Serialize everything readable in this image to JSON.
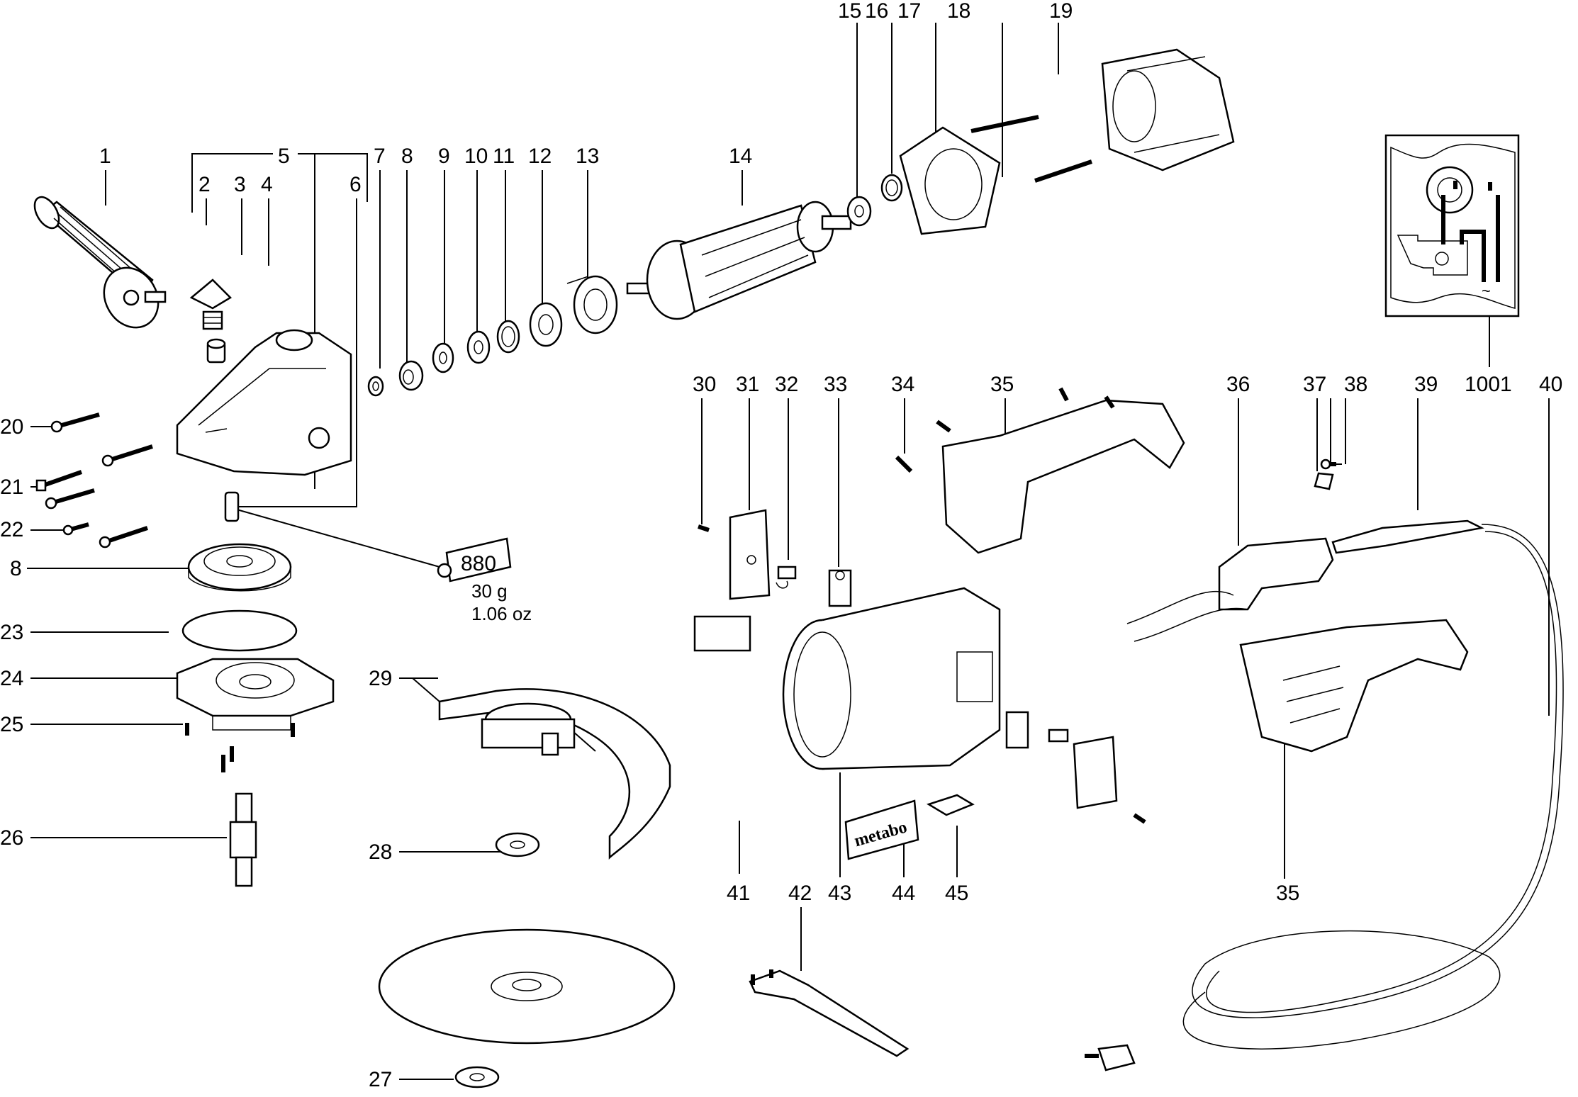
{
  "diagram": {
    "title": "Exploded parts diagram - angle grinder",
    "labels": {
      "p1": "1",
      "p2": "2",
      "p3": "3",
      "p4": "4",
      "p5": "5",
      "p6": "6",
      "p7": "7",
      "p8": "8",
      "p8b": "8",
      "p9": "9",
      "p10": "10",
      "p11": "11",
      "p12": "12",
      "p13": "13",
      "p14": "14",
      "p15": "15",
      "p16": "16",
      "p17": "17",
      "p18": "18",
      "p19": "19",
      "p20": "20",
      "p21": "21",
      "p22": "22",
      "p23": "23",
      "p24": "24",
      "p25": "25",
      "p26": "26",
      "p27": "27",
      "p28": "28",
      "p29": "29",
      "p30": "30",
      "p31": "31",
      "p32": "32",
      "p33": "33",
      "p34": "34",
      "p35": "35",
      "p35b": "35",
      "p36": "36",
      "p37": "37",
      "p38": "38",
      "p39": "39",
      "p1001": "1001",
      "p40": "40",
      "p41": "41",
      "p42": "42",
      "p43": "43",
      "p44": "44",
      "p45": "45"
    },
    "grease_tube": {
      "code": "880",
      "weight_g": "30 g",
      "weight_oz": "1.06 oz"
    },
    "brand_label": "metabo",
    "wiring_inset": {
      "ac_symbol": "~"
    }
  }
}
